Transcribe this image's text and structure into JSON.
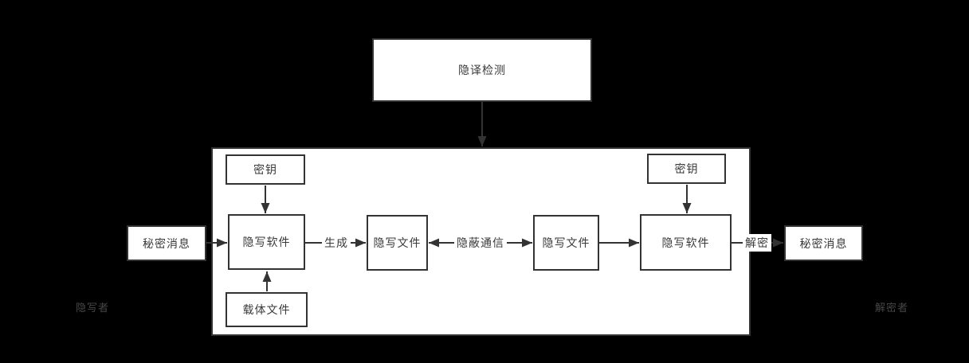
{
  "diagram": {
    "top_box": {
      "label": "隐译检测"
    },
    "sender": {
      "secret_message": "秘密消息",
      "key": "密钥",
      "software": "隐写软件",
      "carrier_file": "载体文件",
      "role": "隐写者"
    },
    "channel": {
      "generate": "生成",
      "stego_file_left": "隐写文件",
      "covert_communication": "隐蔽通信",
      "stego_file_right": "隐写文件"
    },
    "receiver": {
      "key": "密钥",
      "software": "隐写软件",
      "decrypt": "解密",
      "secret_message": "秘密消息",
      "role": "解密者"
    },
    "colors": {
      "background": "#000000",
      "box_fill": "#ffffff",
      "border": "#333333",
      "box_text": "#3a3a3a",
      "outer_label_text": "#474747"
    }
  }
}
